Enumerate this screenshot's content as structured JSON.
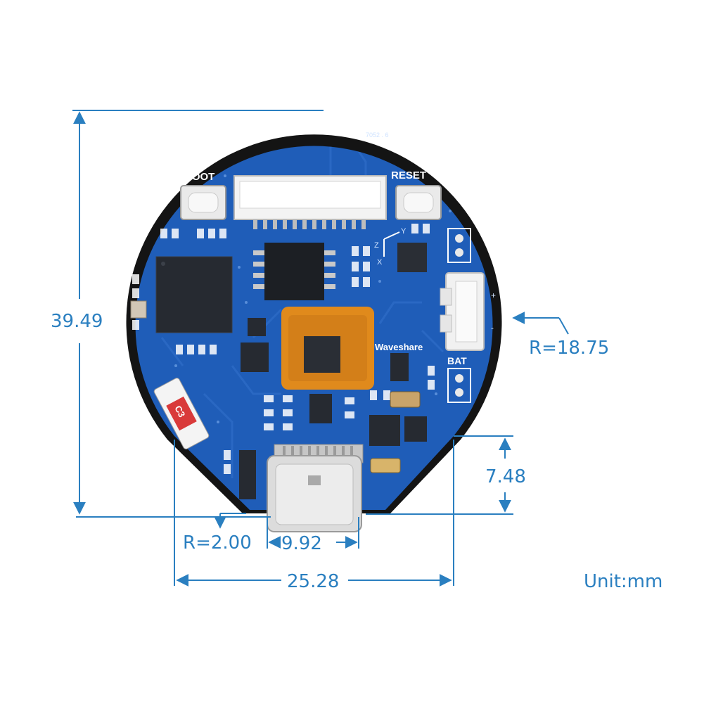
{
  "unit_label": "Unit:mm",
  "dimensions": {
    "height": "39.49",
    "radius_outer": "R=18.75",
    "corner_radius": "R=2.00",
    "usb_width": "9.92",
    "board_width": "25.28",
    "usb_offset": "7.48"
  },
  "silkscreen": {
    "boot": "BOOT",
    "reset": "RESET",
    "bat": "BAT",
    "brand": "Waveshare",
    "cap": "C3",
    "axis_x": "X",
    "axis_y": "Y",
    "axis_z": "Z",
    "plus": "+",
    "minus": "-",
    "edge_code": "7052 . 6"
  },
  "colors": {
    "dimension": "#2a7fc0",
    "pcb": "#1f5db8",
    "bezel": "#151515",
    "flex": "#e08a1c"
  }
}
